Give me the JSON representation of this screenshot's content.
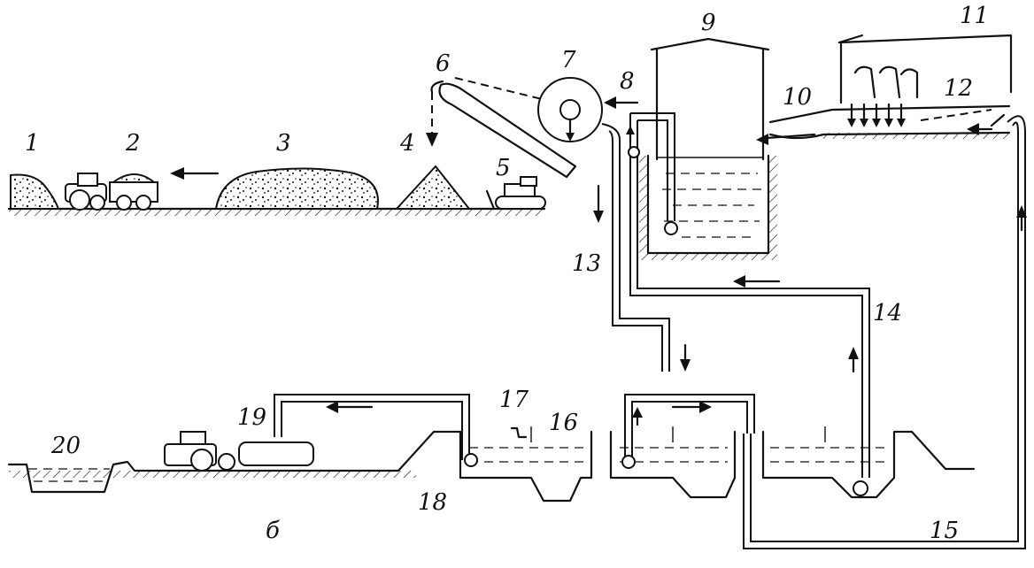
{
  "labels": {
    "l1": "1",
    "l2": "2",
    "l3": "3",
    "l4": "4",
    "l5": "5",
    "l6": "6",
    "l7": "7",
    "l8": "8",
    "l9": "9",
    "l10": "10",
    "l11": "11",
    "l12": "12",
    "l13": "13",
    "l14": "14",
    "l15": "15",
    "l16": "16",
    "l17": "17",
    "l18": "18",
    "l19": "19",
    "l20": "20"
  },
  "caption": "б"
}
